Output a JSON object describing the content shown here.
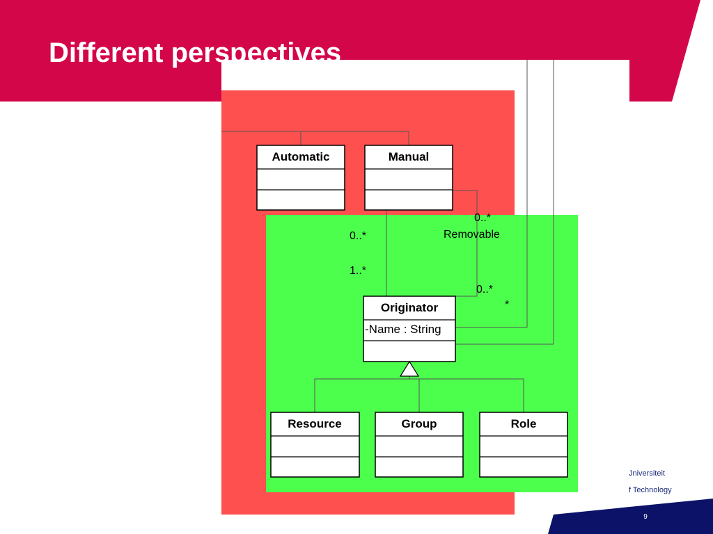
{
  "slide": {
    "title": "Different perspectives",
    "page_number": "9",
    "university_line1": "Jniversiteit",
    "university_line2": "f Technology"
  },
  "colors": {
    "banner": "#d4064a",
    "footer": "#0c1268",
    "perspective_red": "#ff5050",
    "perspective_green": "#4dff4d"
  },
  "diagram": {
    "classes": {
      "automatic": {
        "name": "Automatic"
      },
      "manual": {
        "name": "Manual"
      },
      "originator": {
        "name": "Originator",
        "attribute": "-Name : String"
      },
      "resource": {
        "name": "Resource"
      },
      "group": {
        "name": "Group"
      },
      "role": {
        "name": "Role"
      }
    },
    "labels": {
      "manual_end_mult": "0..*",
      "originator_end_mult": "1..*",
      "removable_top_mult": "0..*",
      "removable_role": "Removable",
      "removable_bottom_mult": "0..*",
      "right_star": "*"
    }
  }
}
